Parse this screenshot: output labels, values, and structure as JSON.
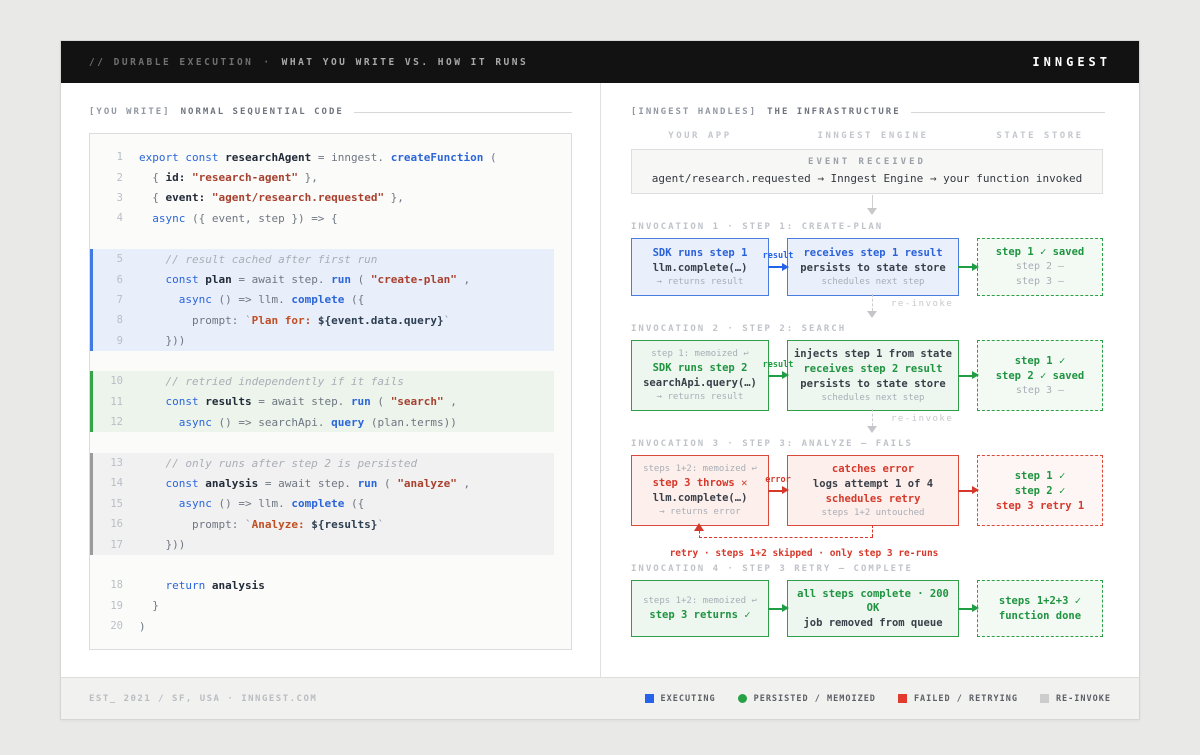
{
  "header": {
    "left_prefix": "// DURABLE EXECUTION",
    "left_sep": "·",
    "left_title": "WHAT YOU WRITE VS. HOW IT RUNS",
    "brand": "INNGEST"
  },
  "left": {
    "tag": "[YOU WRITE]",
    "title": "NORMAL SEQUENTIAL CODE",
    "code": {
      "lines": [
        {
          "n": 1,
          "hl": null,
          "gap": false,
          "seg": [
            [
              "kw",
              "export const"
            ],
            [
              "pl",
              " "
            ],
            [
              "vr",
              "researchAgent"
            ],
            [
              "pl",
              " = inngest. "
            ],
            [
              "fn",
              "createFunction"
            ],
            [
              "pl",
              " ("
            ]
          ]
        },
        {
          "n": 2,
          "hl": null,
          "gap": false,
          "seg": [
            [
              "pl",
              "  { "
            ],
            [
              "vr",
              "id:"
            ],
            [
              "pl",
              " "
            ],
            [
              "st",
              "\"research-agent\""
            ],
            [
              "pl",
              " },"
            ]
          ]
        },
        {
          "n": 3,
          "hl": null,
          "gap": false,
          "seg": [
            [
              "pl",
              "  { "
            ],
            [
              "vr",
              "event:"
            ],
            [
              "pl",
              " "
            ],
            [
              "st",
              "\"agent/research.requested\""
            ],
            [
              "pl",
              " },"
            ]
          ]
        },
        {
          "n": 4,
          "hl": null,
          "gap": true,
          "seg": [
            [
              "kw",
              "  async"
            ],
            [
              "pl",
              " ({ event, step }) => {"
            ]
          ]
        },
        {
          "n": 5,
          "hl": "blue",
          "gap": false,
          "seg": [
            [
              "cm",
              "    // result cached after first run"
            ]
          ]
        },
        {
          "n": 6,
          "hl": "blue",
          "gap": false,
          "seg": [
            [
              "kw",
              "    const"
            ],
            [
              "pl",
              " "
            ],
            [
              "vr",
              "plan"
            ],
            [
              "pl",
              " = await step. "
            ],
            [
              "fn",
              "run"
            ],
            [
              "pl",
              " ( "
            ],
            [
              "st",
              "\"create-plan\""
            ],
            [
              "pl",
              " ,"
            ]
          ]
        },
        {
          "n": 7,
          "hl": "blue",
          "gap": false,
          "seg": [
            [
              "kw",
              "      async"
            ],
            [
              "pl",
              " () => llm. "
            ],
            [
              "fn",
              "complete"
            ],
            [
              "pl",
              " ({"
            ]
          ]
        },
        {
          "n": 8,
          "hl": "blue",
          "gap": false,
          "seg": [
            [
              "pl",
              "        prompt: "
            ],
            [
              "tk",
              "`"
            ],
            [
              "ts",
              "Plan for: "
            ],
            [
              "ti",
              "${event.data.query}"
            ],
            [
              "tk",
              "`"
            ]
          ]
        },
        {
          "n": 9,
          "hl": "blue",
          "gap": true,
          "seg": [
            [
              "pl",
              "    }))"
            ]
          ]
        },
        {
          "n": 10,
          "hl": "green",
          "gap": false,
          "seg": [
            [
              "cm",
              "    // retried independently if it fails"
            ]
          ]
        },
        {
          "n": 11,
          "hl": "green",
          "gap": false,
          "seg": [
            [
              "kw",
              "    const"
            ],
            [
              "pl",
              " "
            ],
            [
              "vr",
              "results"
            ],
            [
              "pl",
              " = await step. "
            ],
            [
              "fn",
              "run"
            ],
            [
              "pl",
              " ( "
            ],
            [
              "st",
              "\"search\""
            ],
            [
              "pl",
              " ,"
            ]
          ]
        },
        {
          "n": 12,
          "hl": "green",
          "gap": true,
          "seg": [
            [
              "kw",
              "      async"
            ],
            [
              "pl",
              " () => searchApi. "
            ],
            [
              "fn",
              "query"
            ],
            [
              "pl",
              " (plan.terms))"
            ]
          ]
        },
        {
          "n": 13,
          "hl": "gray",
          "gap": false,
          "seg": [
            [
              "cm",
              "    // only runs after step 2 is persisted"
            ]
          ]
        },
        {
          "n": 14,
          "hl": "gray",
          "gap": false,
          "seg": [
            [
              "kw",
              "    const"
            ],
            [
              "pl",
              " "
            ],
            [
              "vr",
              "analysis"
            ],
            [
              "pl",
              " = await step. "
            ],
            [
              "fn",
              "run"
            ],
            [
              "pl",
              " ( "
            ],
            [
              "st",
              "\"analyze\""
            ],
            [
              "pl",
              " ,"
            ]
          ]
        },
        {
          "n": 15,
          "hl": "gray",
          "gap": false,
          "seg": [
            [
              "kw",
              "      async"
            ],
            [
              "pl",
              " () => llm. "
            ],
            [
              "fn",
              "complete"
            ],
            [
              "pl",
              " ({"
            ]
          ]
        },
        {
          "n": 16,
          "hl": "gray",
          "gap": false,
          "seg": [
            [
              "pl",
              "        prompt: "
            ],
            [
              "tk",
              "`"
            ],
            [
              "ts",
              "Analyze: "
            ],
            [
              "ti",
              "${results}"
            ],
            [
              "tk",
              "`"
            ]
          ]
        },
        {
          "n": 17,
          "hl": "gray",
          "gap": true,
          "seg": [
            [
              "pl",
              "    }))"
            ]
          ]
        },
        {
          "n": 18,
          "hl": null,
          "gap": false,
          "seg": [
            [
              "kw",
              "    return"
            ],
            [
              "pl",
              " "
            ],
            [
              "vr",
              "analysis"
            ]
          ]
        },
        {
          "n": 19,
          "hl": null,
          "gap": false,
          "seg": [
            [
              "pl",
              "  }"
            ]
          ]
        },
        {
          "n": 20,
          "hl": null,
          "gap": false,
          "seg": [
            [
              "pl",
              ")"
            ]
          ]
        }
      ]
    }
  },
  "right": {
    "tag": "[INNGEST HANDLES]",
    "title": "THE INFRASTRUCTURE",
    "columns": [
      "YOUR APP",
      "INNGEST ENGINE",
      "STATE STORE"
    ],
    "event": {
      "title": "EVENT RECEIVED",
      "flow": "agent/research.requested → Inngest Engine → your function invoked"
    },
    "reinvoke_label": "re-invoke",
    "invocations": [
      {
        "label": "INVOCATION 1 · STEP 1: CREATE-PLAN",
        "color": "blue",
        "arrow_label": "result",
        "app": [
          [
            "title",
            "SDK runs step 1"
          ],
          [
            "code",
            "llm.complete(…)"
          ],
          [
            "note",
            "→ returns result"
          ]
        ],
        "engine": [
          [
            "title",
            "receives step 1 result"
          ],
          [
            "code",
            "persists to state store"
          ],
          [
            "note",
            "schedules next step"
          ]
        ],
        "state": [
          [
            "ok",
            "step 1 ✓ saved"
          ],
          [
            "dim",
            "step 2 —"
          ],
          [
            "dim",
            "step 3 —"
          ]
        ],
        "state_color": "green",
        "after": "reinvoke"
      },
      {
        "label": "INVOCATION 2 · STEP 2: SEARCH",
        "color": "green",
        "arrow_label": "result",
        "app": [
          [
            "note",
            "step 1: memoized ↩"
          ],
          [
            "title",
            "SDK runs step 2"
          ],
          [
            "code",
            "searchApi.query(…)"
          ],
          [
            "note",
            "→ returns result"
          ]
        ],
        "engine": [
          [
            "code",
            "injects step 1 from state"
          ],
          [
            "title",
            "receives step 2 result"
          ],
          [
            "code",
            "persists to state store"
          ],
          [
            "note",
            "schedules next step"
          ]
        ],
        "state": [
          [
            "ok",
            "step 1 ✓"
          ],
          [
            "ok",
            "step 2 ✓ saved"
          ],
          [
            "dim",
            "step 3 —"
          ]
        ],
        "state_color": "green",
        "after": "reinvoke"
      },
      {
        "label": "INVOCATION 3 · STEP 3: ANALYZE — FAILS",
        "color": "red",
        "arrow_label": "error",
        "app": [
          [
            "note",
            "steps 1+2: memoized ↩"
          ],
          [
            "title",
            "step 3 throws ✕"
          ],
          [
            "code",
            "llm.complete(…)"
          ],
          [
            "note",
            "→ returns error"
          ]
        ],
        "engine": [
          [
            "title",
            "catches error"
          ],
          [
            "code",
            "logs attempt 1 of 4"
          ],
          [
            "title",
            "schedules retry"
          ],
          [
            "note",
            "steps 1+2 untouched"
          ]
        ],
        "state": [
          [
            "ok",
            "step 1 ✓"
          ],
          [
            "ok",
            "step 2 ✓"
          ],
          [
            "err",
            "step 3 retry 1"
          ]
        ],
        "state_color": "red",
        "after": "retry",
        "retry_label": "retry · steps 1+2 skipped · only step 3 re-runs"
      },
      {
        "label": "INVOCATION 4 · STEP 3 RETRY — COMPLETE",
        "color": "green",
        "arrow_label": "",
        "app": [
          [
            "note",
            "steps 1+2: memoized ↩"
          ],
          [
            "title",
            "step 3 returns ✓"
          ]
        ],
        "engine": [
          [
            "title",
            "all steps complete · 200 OK"
          ],
          [
            "code",
            "job removed from queue"
          ]
        ],
        "state": [
          [
            "ok",
            "steps 1+2+3 ✓"
          ],
          [
            "ok",
            "function done"
          ]
        ],
        "state_color": "green",
        "after": null
      }
    ]
  },
  "footer": {
    "left": "EST_ 2021 / SF, USA · INNGEST.COM",
    "legend": [
      {
        "label": "EXECUTING",
        "color": "#2563eb",
        "shape": "square"
      },
      {
        "label": "PERSISTED / MEMOIZED",
        "color": "#27a144",
        "shape": "circle"
      },
      {
        "label": "FAILED / RETRYING",
        "color": "#e23a2c",
        "shape": "square"
      },
      {
        "label": "RE-INVOKE",
        "color": "#cdcdcd",
        "shape": "square"
      }
    ]
  }
}
